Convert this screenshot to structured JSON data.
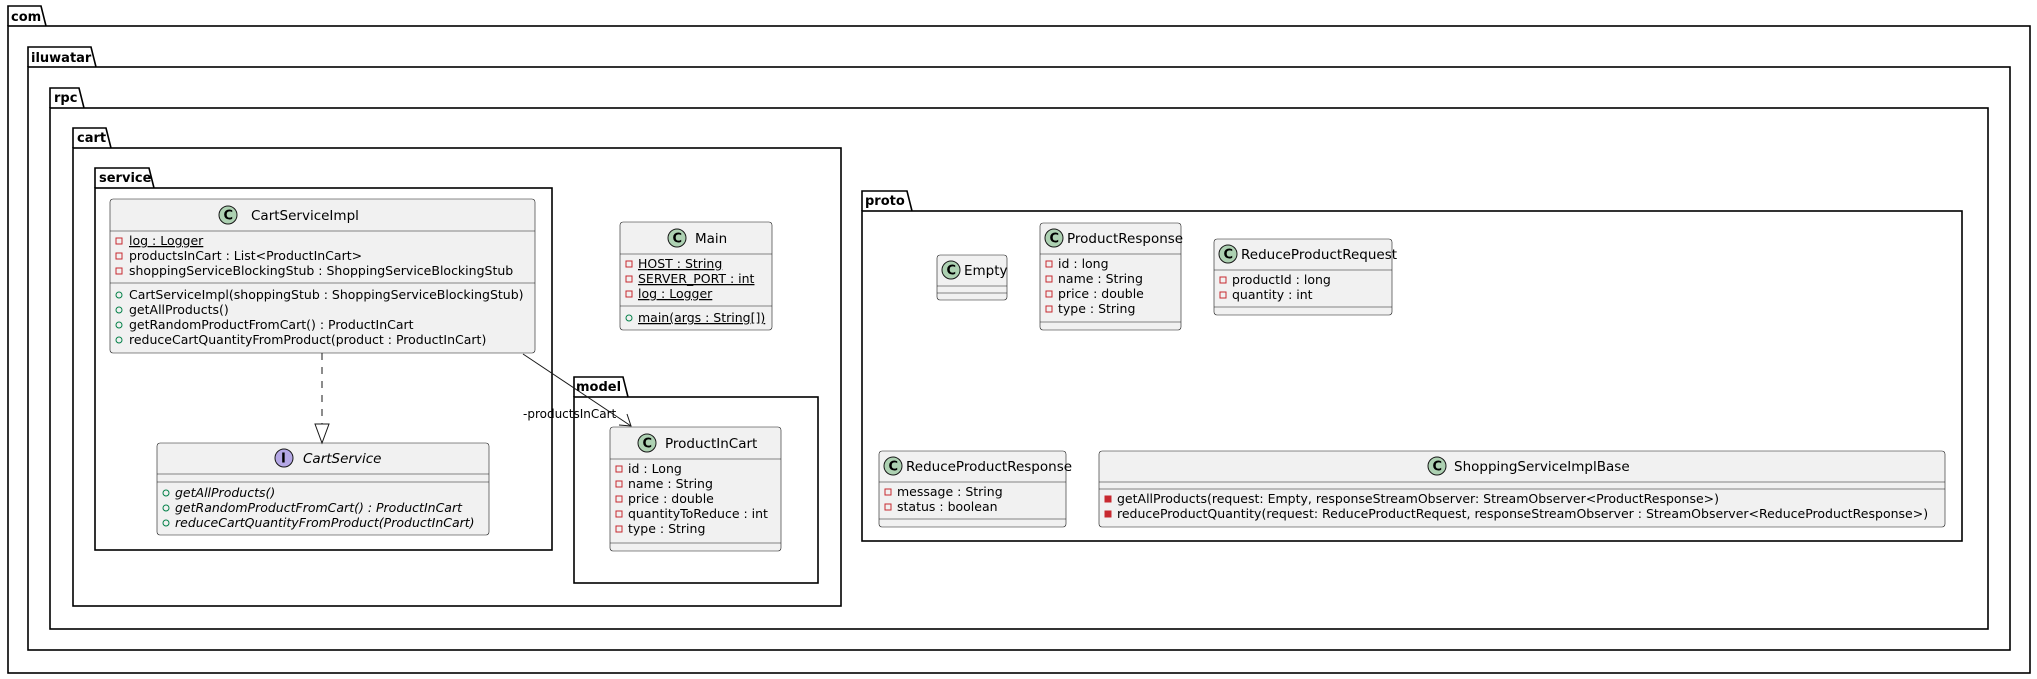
{
  "packages": {
    "com": "com",
    "iluwatar": "iluwatar",
    "rpc": "rpc",
    "cart": "cart",
    "service": "service",
    "model": "model",
    "proto": "proto"
  },
  "classes": {
    "cart_service_impl": {
      "name": "CartServiceImpl",
      "stereotype_letter": "C",
      "fields": [
        "log : Logger",
        "productsInCart : List<ProductInCart>",
        "shoppingServiceBlockingStub : ShoppingServiceBlockingStub"
      ],
      "methods": [
        "CartServiceImpl(shoppingStub : ShoppingServiceBlockingStub)",
        "getAllProducts()",
        "getRandomProductFromCart() : ProductInCart",
        "reduceCartQuantityFromProduct(product : ProductInCart)"
      ]
    },
    "cart_service": {
      "name": "CartService",
      "stereotype_letter": "I",
      "methods": [
        "getAllProducts()",
        "getRandomProductFromCart() : ProductInCart",
        "reduceCartQuantityFromProduct(ProductInCart)"
      ]
    },
    "main": {
      "name": "Main",
      "stereotype_letter": "C",
      "fields": [
        "HOST : String",
        "SERVER_PORT : int",
        "log : Logger"
      ],
      "methods": [
        "main(args : String[])"
      ]
    },
    "product_in_cart": {
      "name": "ProductInCart",
      "stereotype_letter": "C",
      "fields": [
        "id : Long",
        "name : String",
        "price : double",
        "quantityToReduce : int",
        "type : String"
      ]
    },
    "empty": {
      "name": "Empty",
      "stereotype_letter": "C"
    },
    "product_response": {
      "name": "ProductResponse",
      "stereotype_letter": "C",
      "fields": [
        "id : long",
        "name : String",
        "price : double",
        "type : String"
      ]
    },
    "reduce_product_request": {
      "name": "ReduceProductRequest",
      "stereotype_letter": "C",
      "fields": [
        "productId : long",
        "quantity : int"
      ]
    },
    "reduce_product_response": {
      "name": "ReduceProductResponse",
      "stereotype_letter": "C",
      "fields": [
        "message : String",
        "status : boolean"
      ]
    },
    "shopping_service_impl_base": {
      "name": "ShoppingServiceImplBase",
      "stereotype_letter": "C",
      "methods": [
        "getAllProducts(request: Empty, responseStreamObserver: StreamObserver<ProductResponse>)",
        "reduceProductQuantity(request: ReduceProductRequest, responseStreamObserver : StreamObserver<ReduceProductResponse>)"
      ]
    }
  },
  "relations": {
    "products_in_cart_label": "-productsInCart"
  },
  "colors": {
    "class_fill": "#f1f1f1",
    "class_icon": "#add1b2",
    "interface_icon": "#b4a7e5",
    "private_marker": "#c82930",
    "public_marker": "#038048"
  }
}
